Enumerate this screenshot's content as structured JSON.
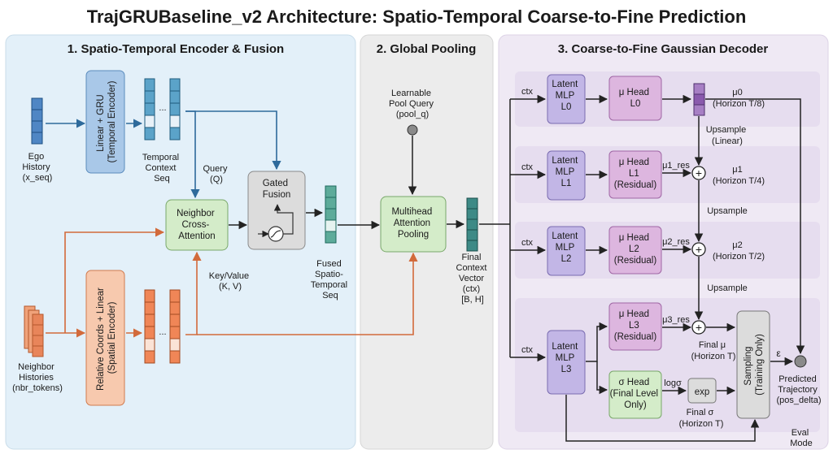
{
  "title": "TrajGRUBaseline_v2 Architecture: Spatio-Temporal Coarse-to-Fine Prediction",
  "panels": {
    "encoder": "1. Spatio-Temporal Encoder & Fusion",
    "pooling": "2. Global Pooling",
    "decoder": "3. Coarse-to-Fine Gaussian Decoder"
  },
  "encoder": {
    "ego": [
      "Ego",
      "History",
      "(x_seq)"
    ],
    "temporal_encoder": [
      "Linear + GRU",
      "(Temporal Encoder)"
    ],
    "temporal_seq": [
      "Temporal",
      "Context",
      "Seq"
    ],
    "query": [
      "Query",
      "(Q)"
    ],
    "cross_attention": [
      "Neighbor",
      "Cross-",
      "Attention"
    ],
    "gated_fusion": [
      "Gated",
      "Fusion"
    ],
    "key_value": [
      "Key/Value",
      "(K, V)"
    ],
    "fused": [
      "Fused",
      "Spatio-",
      "Temporal",
      "Seq"
    ],
    "neighbors": [
      "Neighbor",
      "Histories",
      "(nbr_tokens)"
    ],
    "spatial_encoder": [
      "Relative Coords + Linear",
      "(Spatial Encoder)"
    ],
    "ellipsis": "..."
  },
  "pooling": {
    "query": [
      "Learnable",
      "Pool Query",
      "(pool_q)"
    ],
    "attention": [
      "Multihead",
      "Attention",
      "Pooling"
    ],
    "ctx": [
      "Final",
      "Context",
      "Vector",
      "(ctx)",
      "[B, H]"
    ]
  },
  "decoder": {
    "ctx_label": "ctx",
    "latent": [
      [
        "Latent",
        "MLP",
        "L0"
      ],
      [
        "Latent",
        "MLP",
        "L1"
      ],
      [
        "Latent",
        "MLP",
        "L2"
      ],
      [
        "Latent",
        "MLP",
        "L3"
      ]
    ],
    "mu_heads": [
      [
        "μ Head",
        "L0"
      ],
      [
        "μ Head",
        "L1",
        "(Residual)"
      ],
      [
        "μ Head",
        "L2",
        "(Residual)"
      ],
      [
        "μ Head",
        "L3",
        "(Residual)"
      ]
    ],
    "res_labels": [
      "μ1_res",
      "μ2_res",
      "μ3_res"
    ],
    "mu_outputs": [
      [
        "μ0",
        "(Horizon T/8)"
      ],
      [
        "μ1",
        "(Horizon T/4)"
      ],
      [
        "μ2",
        "(Horizon T/2)"
      ],
      [
        "Final μ",
        "(Horizon T)"
      ]
    ],
    "upsample": [
      [
        "Upsample",
        "(Linear)"
      ],
      [
        "Upsample"
      ],
      [
        "Upsample"
      ]
    ],
    "sigma_head": [
      "σ Head",
      "(Final Level",
      "Only)"
    ],
    "logsigma": "logσ",
    "exp": "exp",
    "final_sigma": [
      "Final σ",
      "(Horizon T)"
    ],
    "sampling": [
      "Sampling",
      "(Training Only)"
    ],
    "epsilon": "ε",
    "predicted": [
      "Predicted",
      "Trajectory",
      "(pos_delta)"
    ],
    "eval_mode": [
      "Eval",
      "Mode"
    ]
  },
  "colors": {
    "encoder_bg": "#e3f0f9",
    "pooling_bg": "#ececec",
    "decoder_bg": "#efe9f4",
    "blue_box": "#a9c8e8",
    "green_box": "#d4ecc9",
    "orange_box": "#f7c9ae",
    "purple_box": "#c2b6e6",
    "pink_box": "#ddb6df",
    "teal": "#4d9a98",
    "orange_arrow": "#d26a3b",
    "blue_arrow": "#2e6a9b"
  }
}
